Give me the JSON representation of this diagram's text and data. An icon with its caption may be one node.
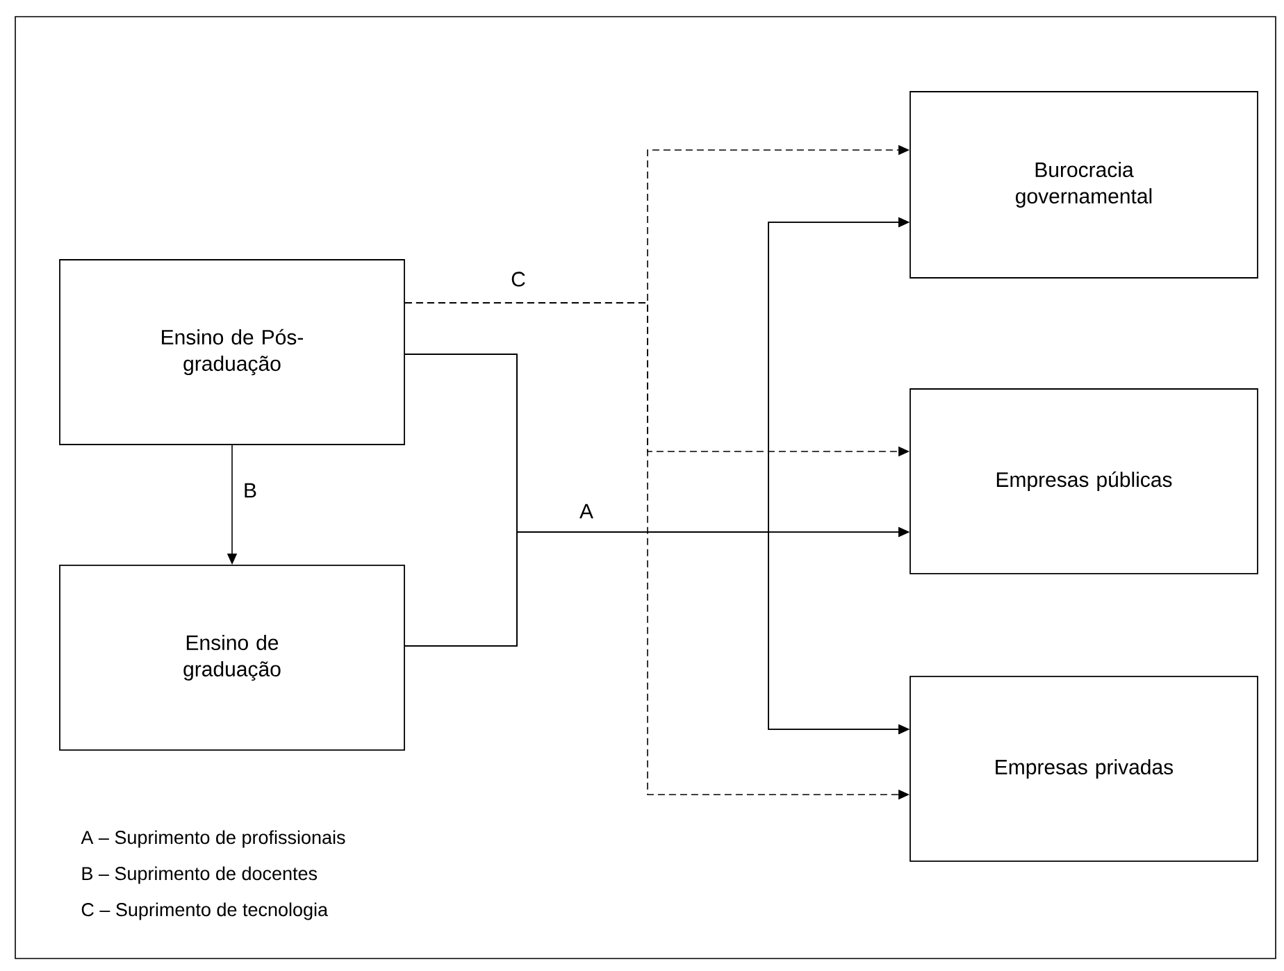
{
  "diagram": {
    "nodes": [
      {
        "text": [
          "Ensino de Pós-graduação"
        ]
      },
      {
        "text": [
          "Ensino de graduação"
        ]
      },
      {
        "text": [
          "Burocracia governamental"
        ]
      },
      {
        "text": [
          "Empresas públicas"
        ]
      },
      {
        "text": [
          "Empresas privadas"
        ]
      }
    ],
    "edges": [
      {
        "from": 0,
        "to": 1,
        "arrow": "to",
        "label": "B"
      },
      {
        "from": 0,
        "to": 2,
        "arrow": "to",
        "style": "dashed",
        "label": "C"
      },
      {
        "from": 0,
        "to": 3,
        "arrow": "to",
        "style": "dashed"
      },
      {
        "from": 0,
        "to": 4,
        "arrow": "to",
        "style": "dashed"
      },
      {
        "from": 0,
        "to": 2,
        "arrow": "to"
      },
      {
        "from": 0,
        "to": 3,
        "arrow": "to",
        "label": "A"
      },
      {
        "from": 0,
        "to": 4,
        "arrow": "to"
      },
      {
        "from": 1,
        "to": 2,
        "arrow": "to"
      },
      {
        "from": 1,
        "to": 3,
        "arrow": "to"
      },
      {
        "from": 1,
        "to": 4,
        "arrow": "to"
      }
    ],
    "labels": [
      "A – Suprimento de profissionais",
      "B – Suprimento de docentes",
      "C – Suprimento de tecnologia"
    ]
  }
}
